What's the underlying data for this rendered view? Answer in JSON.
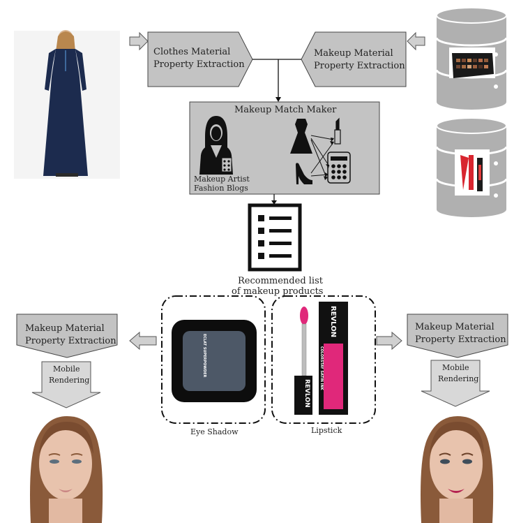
{
  "colors": {
    "box_fill": "#c3c3c3",
    "box_stroke": "#444444",
    "cylinder": "#b0b0b0",
    "dress": "#1c2b4e",
    "eyeshadow": "#4d5867",
    "lipstick": "#e0287a"
  },
  "top": {
    "clothes_extraction": {
      "line1": "Clothes Material",
      "line2": "Property Extraction"
    },
    "makeup_extraction": {
      "line1": "Makeup Material",
      "line2": "Property Extraction"
    }
  },
  "matchmaker": {
    "title": "Makeup Match Maker",
    "source_line1": "Makeup Artist",
    "source_line2": "Fashion Blogs"
  },
  "recommended": {
    "line1": "Recommended list",
    "line2": "of makeup products"
  },
  "products": {
    "eyeshadow_label": "Eye Shadow",
    "lipstick_label": "Lipstick",
    "brand": "REVLON",
    "lipstick_line": "COLORSTAY SATIN INK",
    "eyeshadow_brand": "ECLAT SUPERPOWDER"
  },
  "left_pipeline": {
    "extraction_line1": "Makeup Material",
    "extraction_line2": "Property Extraction",
    "render_line1": "Mobile",
    "render_line2": "Rendering"
  },
  "right_pipeline": {
    "extraction_line1": "Makeup Material",
    "extraction_line2": "Property Extraction",
    "render_line1": "Mobile",
    "render_line2": "Rendering"
  }
}
